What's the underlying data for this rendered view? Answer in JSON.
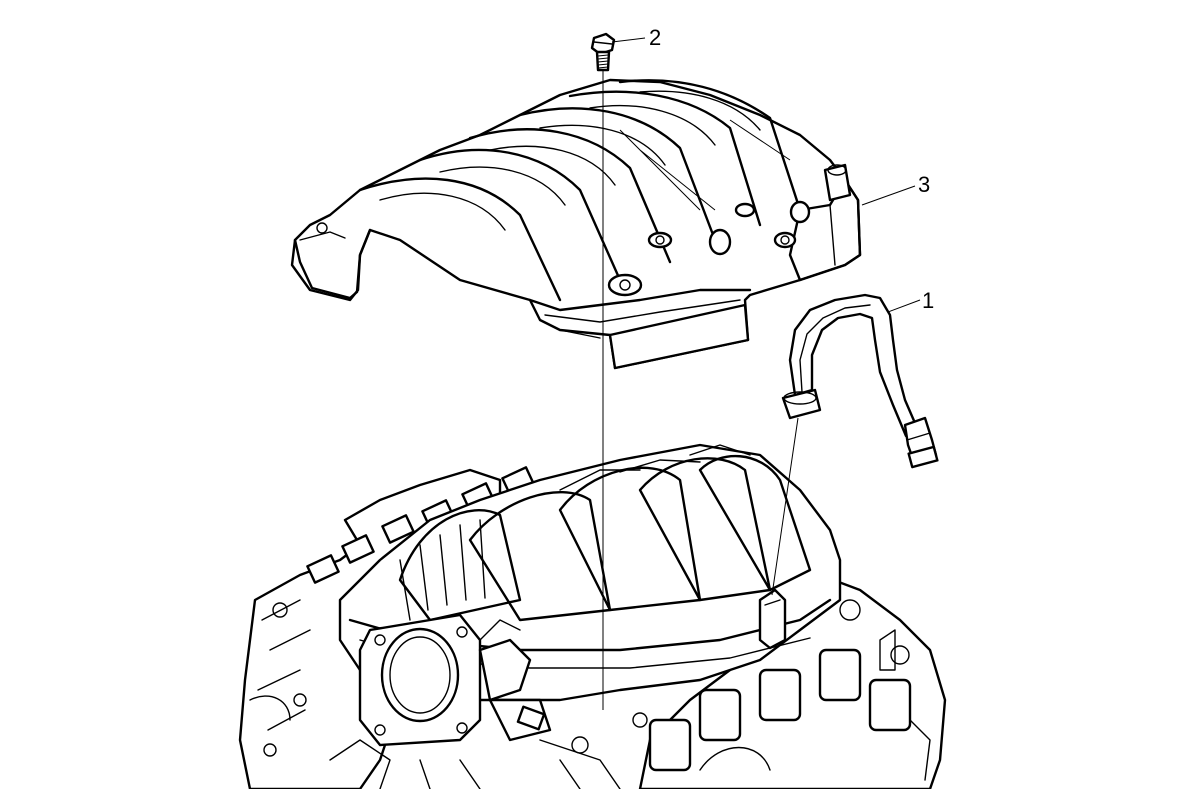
{
  "callouts": [
    {
      "id": "1",
      "label": "1",
      "part": "hose"
    },
    {
      "id": "2",
      "label": "2",
      "part": "bolt"
    },
    {
      "id": "3",
      "label": "3",
      "part": "intake-manifold-cover"
    }
  ],
  "colors": {
    "line": "#000000",
    "background": "#ffffff"
  }
}
